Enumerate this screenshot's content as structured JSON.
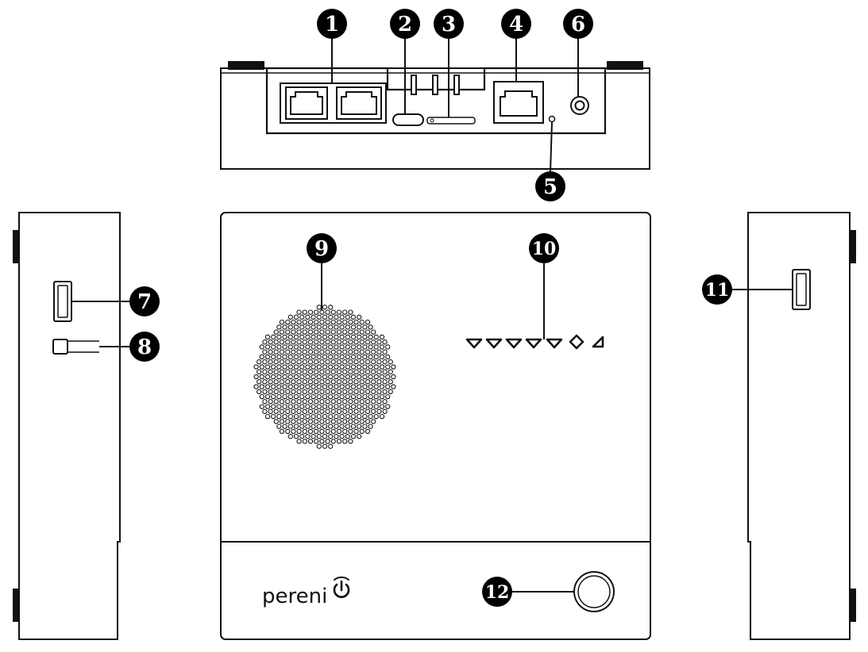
{
  "brand": {
    "name": "pereni",
    "logo_icon": "power-symbol-icon"
  },
  "callouts": [
    {
      "id": "1",
      "label": "1",
      "part": "lan-ports-pair"
    },
    {
      "id": "2",
      "label": "2",
      "part": "usb-c-port"
    },
    {
      "id": "3",
      "label": "3",
      "part": "card-slot"
    },
    {
      "id": "4",
      "label": "4",
      "part": "wan-port"
    },
    {
      "id": "5",
      "label": "5",
      "part": "reset-hole"
    },
    {
      "id": "6",
      "label": "6",
      "part": "power-jack"
    },
    {
      "id": "7",
      "label": "7",
      "part": "left-usb-port"
    },
    {
      "id": "8",
      "label": "8",
      "part": "left-slot"
    },
    {
      "id": "9",
      "label": "9",
      "part": "speaker-grille"
    },
    {
      "id": "10",
      "label": "10",
      "part": "signal-indicators"
    },
    {
      "id": "11",
      "label": "11",
      "part": "right-usb-port"
    },
    {
      "id": "12",
      "label": "12",
      "part": "main-button"
    }
  ],
  "colors": {
    "outline": "#111111",
    "callout_fill": "#000000",
    "background": "#ffffff"
  }
}
